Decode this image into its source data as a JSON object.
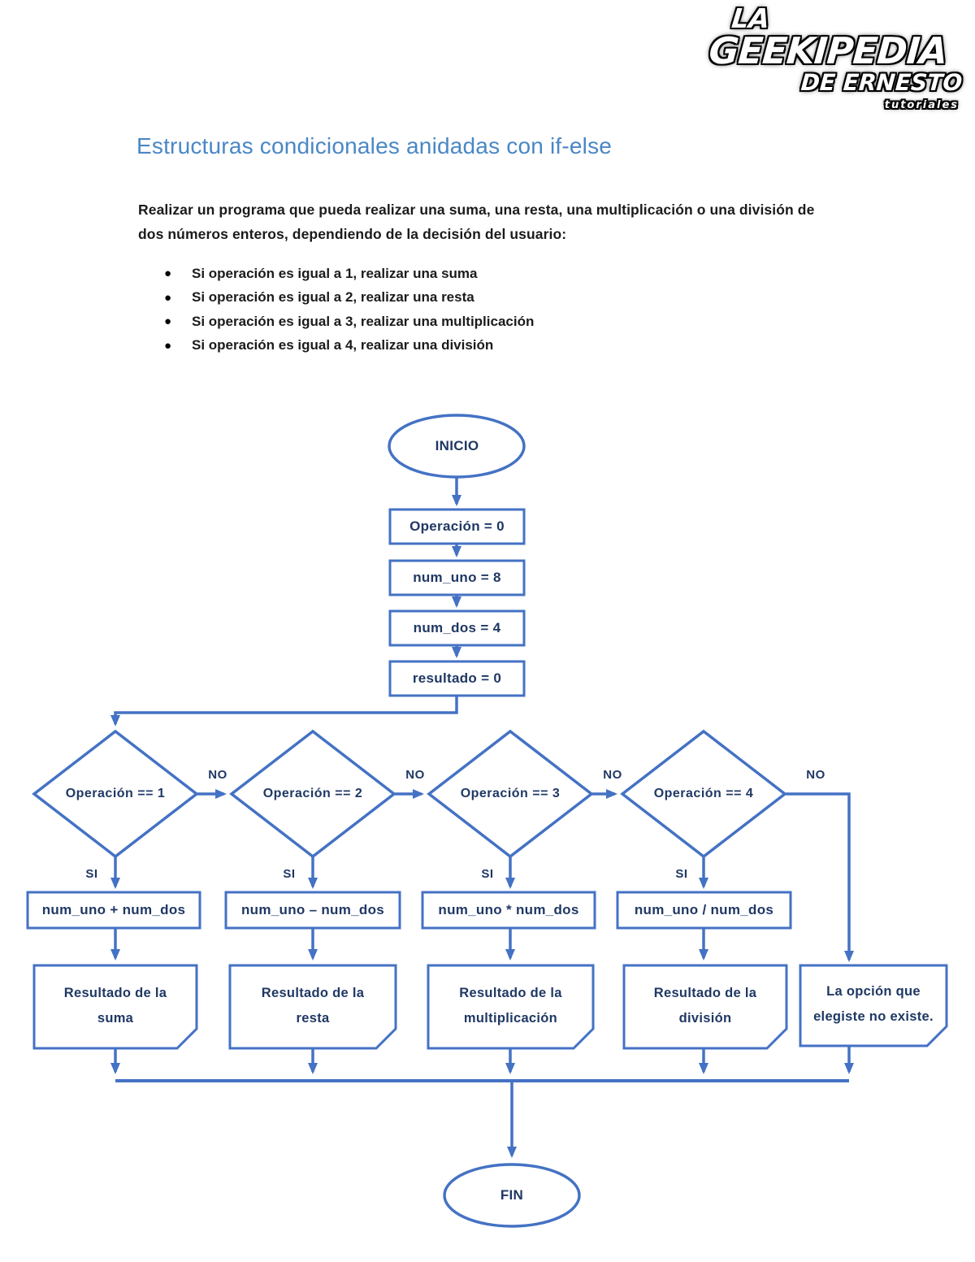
{
  "logo": {
    "la": "LA",
    "name": "GEEKIPEDIA",
    "subtitle": "DE ERNESTO",
    "tagline": "tutoriales"
  },
  "title": "Estructuras condicionales anidadas con if-else",
  "intro_line1": "Realizar un programa que pueda realizar una suma, una resta, una multiplicación o una división de",
  "intro_line2": "dos números enteros, dependiendo de la decisión del usuario:",
  "bullets": [
    "Si operación es igual a 1, realizar una suma",
    "Si operación es igual a 2, realizar una resta",
    "Si operación es igual a 3, realizar una multiplicación",
    "Si operación es igual a 4, realizar una división"
  ],
  "colors": {
    "accent": "#4472C4",
    "node_text": "#1F3864",
    "title_text": "#4A87C6"
  },
  "flowchart": {
    "start_label": "INICIO",
    "end_label": "FIN",
    "init_steps": [
      "Operación = 0",
      "num_uno = 8",
      "num_dos = 4",
      "resultado = 0"
    ],
    "decisions": [
      "Operación == 1",
      "Operación == 2",
      "Operación == 3",
      "Operación == 4"
    ],
    "no_label": "NO",
    "yes_label": "SI",
    "operations": [
      "num_uno + num_dos",
      "num_uno – num_dos",
      "num_uno * num_dos",
      "num_uno / num_dos"
    ],
    "outputs": [
      "Resultado de la suma",
      "Resultado de la resta",
      "Resultado de la multiplicación",
      "Resultado de la división"
    ],
    "fallback_output": "La opción que elegiste no existe."
  }
}
